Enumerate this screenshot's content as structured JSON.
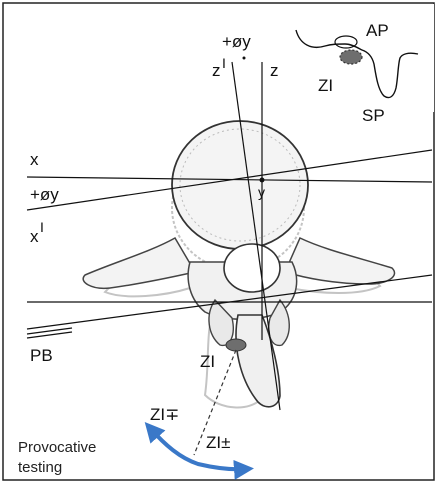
{
  "labels": {
    "rot_y_top": "+øy",
    "z_prime": "z",
    "z_prime_sup": "I",
    "z": "z",
    "x": "x",
    "rot_y_left": "+øy",
    "x_prime": "x",
    "x_prime_sup": "I",
    "y": "y",
    "pb": "PB",
    "zi_main": "ZI",
    "zi_minus_plus": "ZI∓",
    "zi_plus_minus": "ZI±",
    "provocative_line1": "Provocative",
    "provocative_line2": "testing"
  },
  "inset": {
    "ap": "AP",
    "zi": "ZI",
    "sp": "SP"
  },
  "colors": {
    "line": "#111111",
    "vertebra_fill": "#f2f2f2",
    "vertebra_stroke": "#333333",
    "shadow": "#bdbdbd",
    "zi_fill": "#6e6e6e",
    "arrow": "#3a78c8"
  }
}
